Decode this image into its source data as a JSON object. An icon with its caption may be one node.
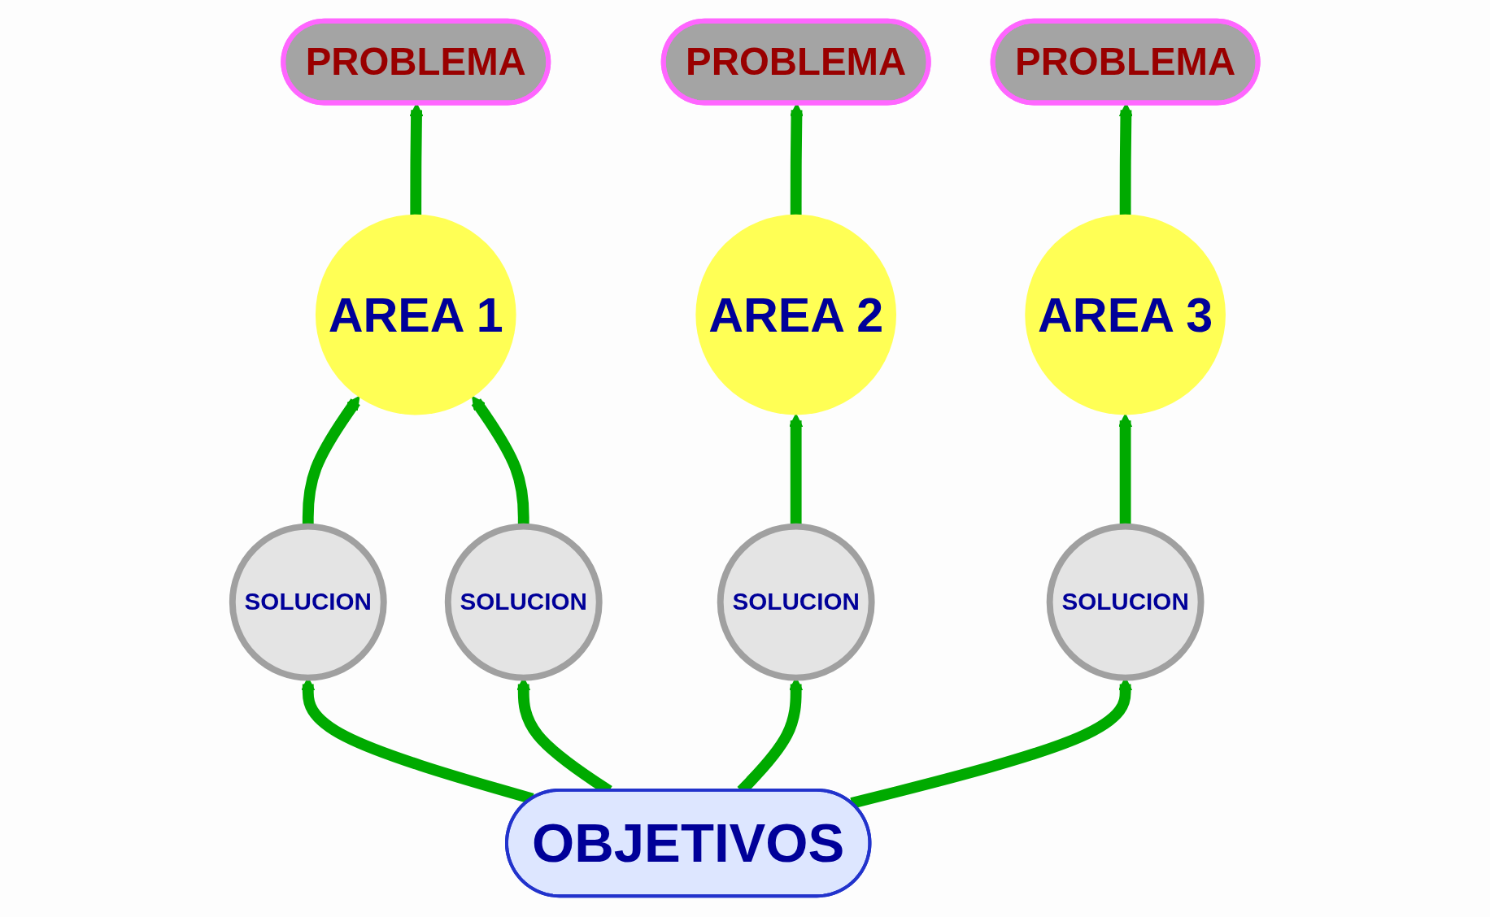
{
  "diagram": {
    "nodes": [
      {
        "text": [
          "AREA 1"
        ]
      },
      {
        "text": [
          "AREA 2"
        ]
      },
      {
        "text": [
          "AREA 3"
        ]
      },
      {
        "text": [
          "SOLUCION"
        ]
      },
      {
        "text": [
          "SOLUCION"
        ]
      },
      {
        "text": [
          "SOLUCION"
        ]
      },
      {
        "text": [
          "SOLUCION"
        ]
      },
      {
        "text": [
          "PROBLEMA"
        ]
      },
      {
        "text": [
          "PROBLEMA"
        ]
      },
      {
        "text": [
          "PROBLEMA"
        ]
      },
      {
        "text": [
          "OBJETIVOS"
        ]
      }
    ],
    "edges": [
      {
        "from": 10,
        "to": 3,
        "arrow": "to"
      },
      {
        "from": 3,
        "to": 0,
        "arrow": "to"
      },
      {
        "from": 0,
        "to": 7,
        "arrow": "to"
      },
      {
        "from": 10,
        "to": 4,
        "arrow": "to"
      },
      {
        "from": 4,
        "to": 0,
        "arrow": "to"
      },
      {
        "from": 1,
        "to": 8,
        "arrow": "to"
      },
      {
        "from": 10,
        "to": 5,
        "arrow": "to"
      },
      {
        "from": 5,
        "to": 1,
        "arrow": "to"
      },
      {
        "from": 2,
        "to": 9,
        "arrow": "to"
      },
      {
        "from": 10,
        "to": 6,
        "arrow": "to"
      },
      {
        "from": 6,
        "to": 2,
        "arrow": "to"
      }
    ]
  }
}
